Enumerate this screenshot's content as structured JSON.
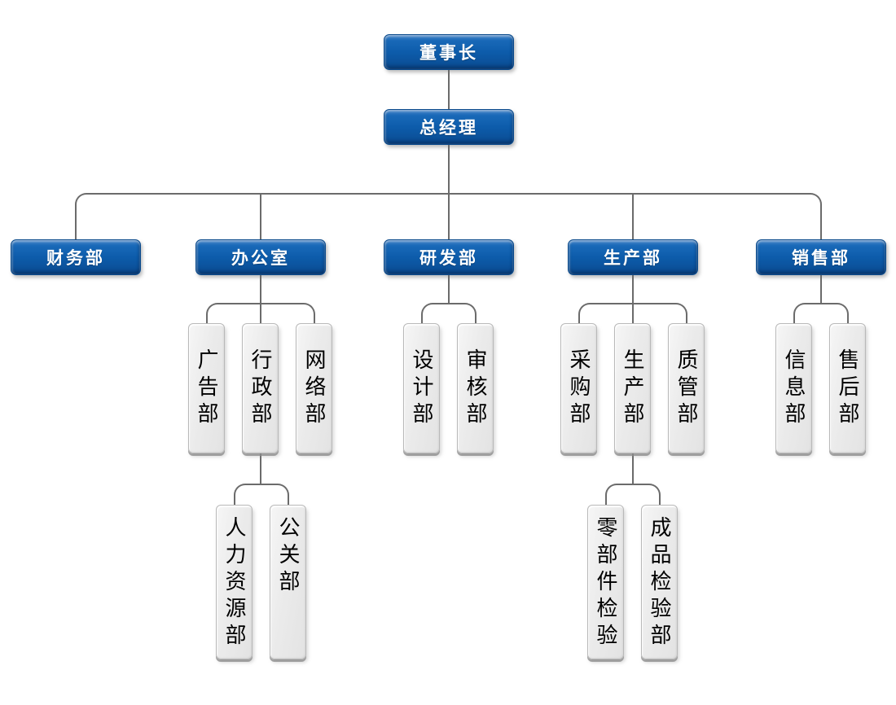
{
  "diagram": {
    "kind": "organization-chart",
    "background": "#ffffff",
    "colors": {
      "management_box_fill": "#0d5cab",
      "management_box_border": "#0a4a8c",
      "management_box_text": "#ffffff",
      "department_box_fill": "#e9e9e9",
      "department_box_border": "#b9b9b9",
      "department_box_text": "#000000",
      "connector_line": "#6b6b6b"
    }
  },
  "tree": {
    "label": "董事长",
    "children": [
      {
        "label": "总经理",
        "children": [
          {
            "label": "财务部",
            "children": []
          },
          {
            "label": "办公室",
            "children": [
              {
                "label": "广告部",
                "children": []
              },
              {
                "label": "行政部",
                "children": [
                  {
                    "label": "人力资源部",
                    "children": []
                  },
                  {
                    "label": "公关部",
                    "children": []
                  }
                ]
              },
              {
                "label": "网络部",
                "children": []
              }
            ]
          },
          {
            "label": "研发部",
            "children": [
              {
                "label": "设计部",
                "children": []
              },
              {
                "label": "审核部",
                "children": []
              }
            ]
          },
          {
            "label": "生产部",
            "children": [
              {
                "label": "采购部",
                "children": []
              },
              {
                "label": "生产部",
                "children": [
                  {
                    "label": "零部件检验",
                    "children": []
                  },
                  {
                    "label": "成品检验部",
                    "children": []
                  }
                ]
              },
              {
                "label": "质管部",
                "children": []
              }
            ]
          },
          {
            "label": "销售部",
            "children": [
              {
                "label": "信息部",
                "children": []
              },
              {
                "label": "售后部",
                "children": []
              }
            ]
          }
        ]
      }
    ]
  }
}
